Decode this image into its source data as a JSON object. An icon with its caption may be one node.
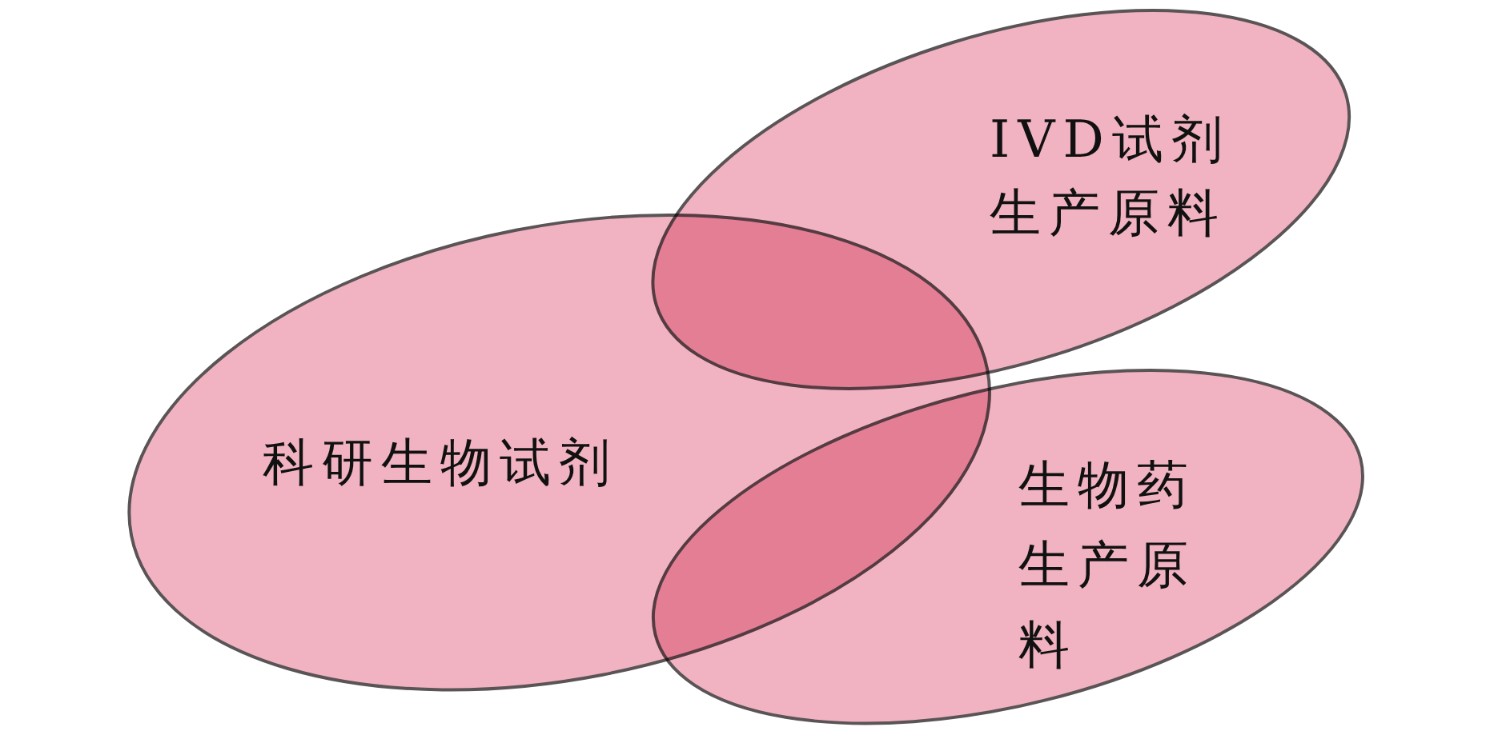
{
  "diagram": {
    "nodes": [
      {
        "text": [
          "IVD试剂生产原料"
        ]
      },
      {
        "text": [
          "科研生物试剂"
        ]
      },
      {
        "text": [
          "生物药生产原料"
        ]
      }
    ]
  }
}
